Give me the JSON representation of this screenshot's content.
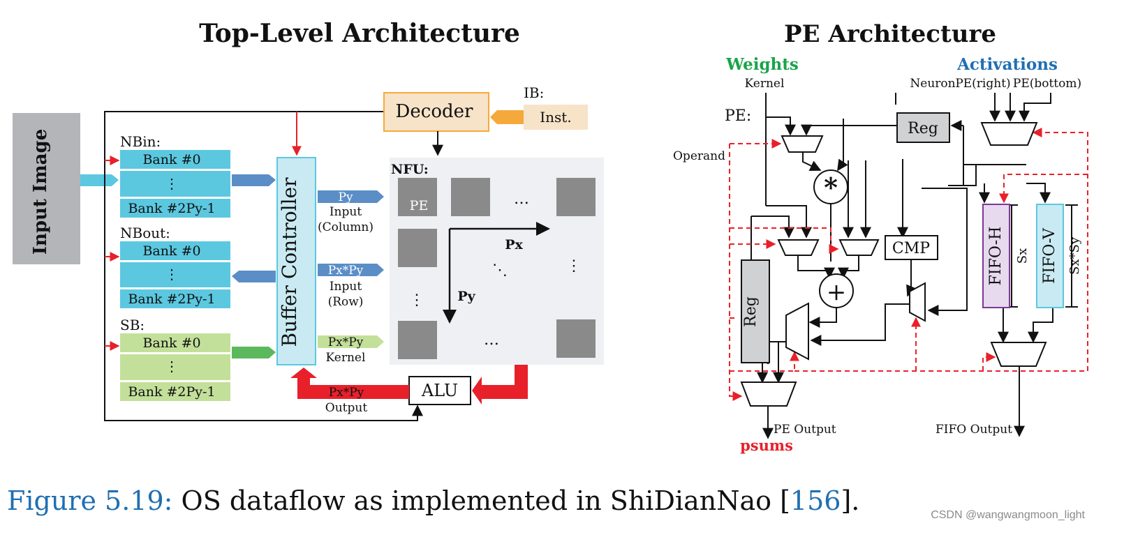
{
  "left": {
    "title": "Top-Level Architecture",
    "input_image": "Input Image",
    "ib_label": "IB:",
    "decoder": "Decoder",
    "inst": "Inst.",
    "nbin_label": "NBin:",
    "nbout_label": "NBout:",
    "sb_label": "SB:",
    "bank0": "Bank #0",
    "bank_last": "Bank #2Py-1",
    "vdots": "⋮",
    "buffer_controller": "Buffer Controller",
    "nfu_label": "NFU:",
    "pe_label": "PE",
    "hdots": "…",
    "ddots": "⋱",
    "px_label": "Px",
    "py_label": "Py",
    "bus_py": "Py",
    "bus_py_sub1": "Input",
    "bus_py_sub2": "(Column)",
    "bus_pxpy1": "Px*Py",
    "bus_pxpy1_sub1": "Input",
    "bus_pxpy1_sub2": "(Row)",
    "bus_kernel": "Px*Py",
    "bus_kernel_sub": "Kernel",
    "bus_output": "Px*Py",
    "bus_output_sub": "Output",
    "alu": "ALU"
  },
  "right": {
    "title": "PE Architecture",
    "weights": "Weights",
    "kernel": "Kernel",
    "activations": "Activations",
    "neuron": "Neuron",
    "pe_right": "PE(right)",
    "pe_bottom": "PE(bottom)",
    "pe_colon": "PE:",
    "operand": "Operand",
    "reg": "Reg",
    "mult": "*",
    "plus": "+",
    "cmp": "CMP",
    "fifo_h": "FIFO-H",
    "fifo_v": "FIFO-V",
    "sx": "Sx",
    "sxsy": "Sx*Sy",
    "pe_output": "PE Output",
    "fifo_output": "FIFO Output",
    "psums": "psums"
  },
  "caption": {
    "label": "Figure 5.19:",
    "text": " OS dataflow as implemented in ShiDianNao [",
    "ref": "156",
    "end": "]."
  },
  "watermark": "CSDN @wangwangmoon_light",
  "colors": {
    "cyan": "#5bc8e0",
    "light_cyan": "#c9eaf3",
    "green": "#c3e09a",
    "dark_blue_arrow": "#5b8ec6",
    "red": "#e8202a",
    "orange": "#f6a93b",
    "decoder_fill": "#f7e3c8",
    "grey_pe": "#8a8a8a",
    "nfu_bg": "#eef0f3",
    "weights_green": "#1aa34a",
    "activations_blue": "#1f6fb2",
    "fifo_h_fill": "#e7d9ee",
    "fifo_h_border": "#7b3a91"
  }
}
